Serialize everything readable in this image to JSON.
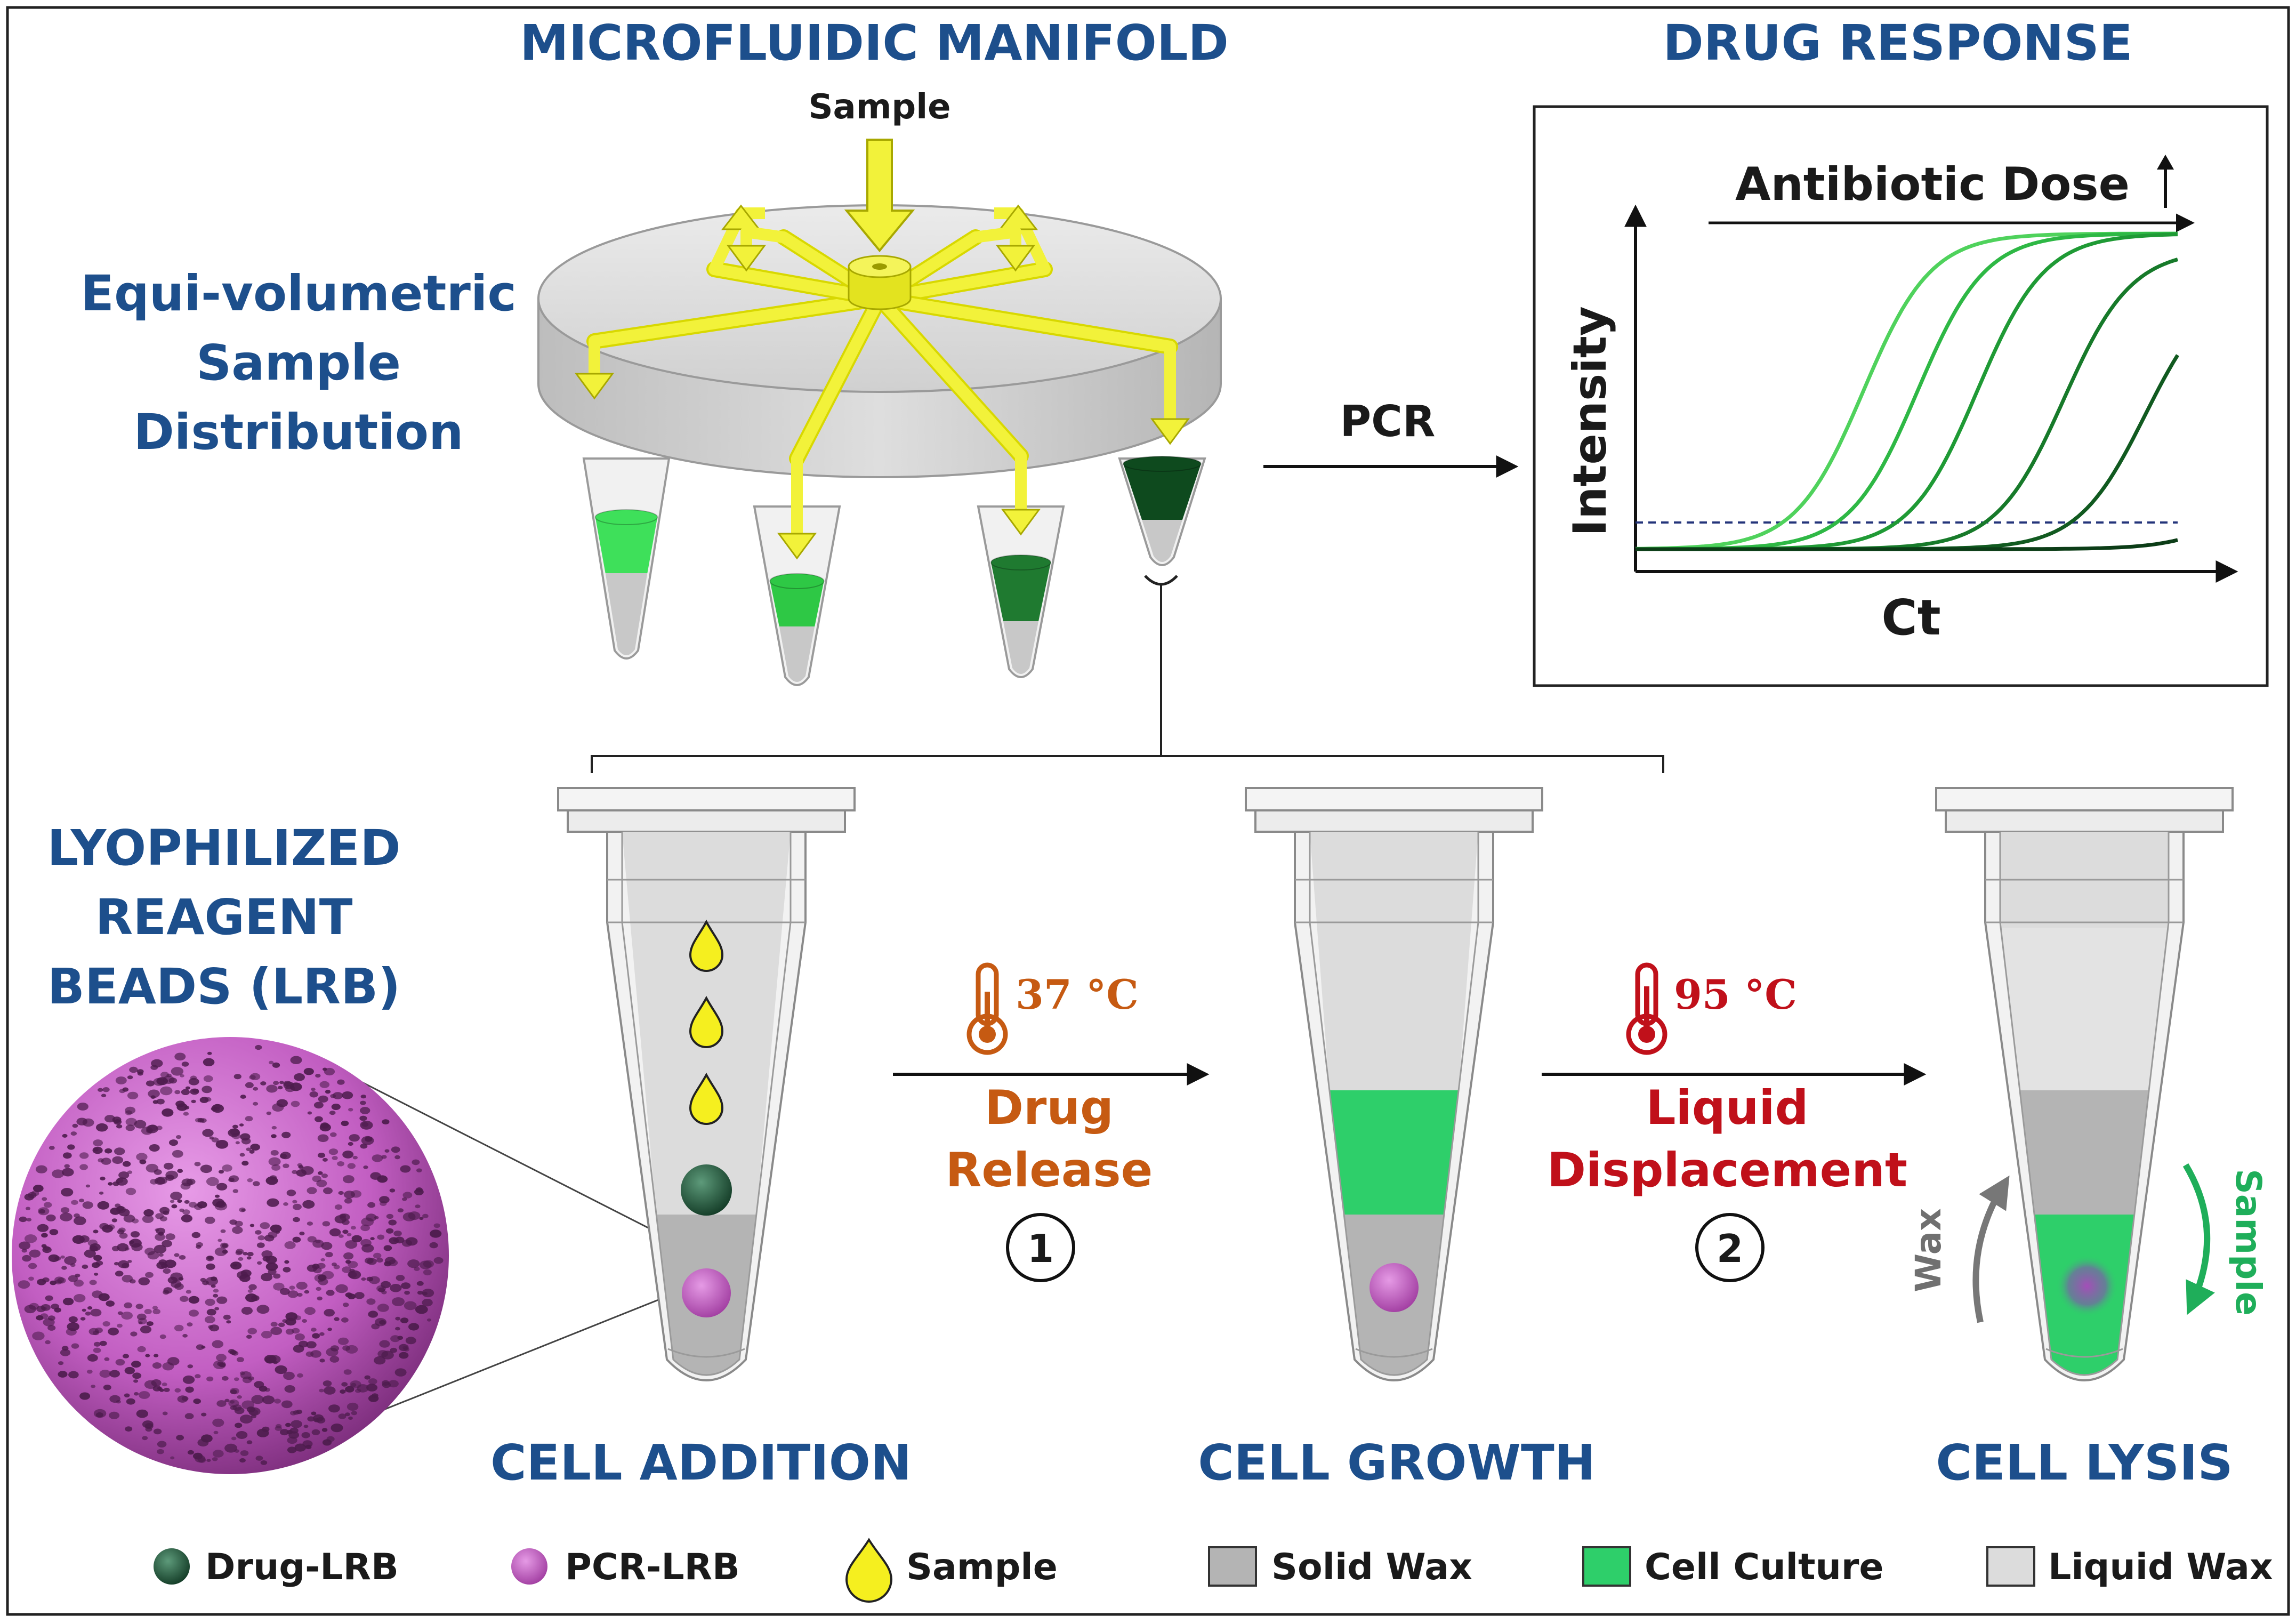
{
  "titles": {
    "manifold": "MICROFLUIDIC MANIFOLD",
    "response": "DRUG RESPONSE",
    "lrb": [
      "LYOPHILIZED",
      "REAGENT",
      "BEADS (LRB)"
    ]
  },
  "labels": {
    "sample_input": "Sample",
    "distribution": [
      "Equi-volumetric",
      "Sample",
      "Distribution"
    ],
    "pcr": "PCR"
  },
  "chart": {
    "dose_label": "Antibiotic Dose",
    "y_label": "Intensity",
    "x_label": "Ct"
  },
  "chart_data": {
    "type": "line",
    "xlabel": "Ct",
    "ylabel": "Intensity",
    "annotation": "Antibiotic Dose ↑",
    "threshold_line": true,
    "series": [
      {
        "color": "#4fd25c",
        "midpoint": 0.42,
        "plateau": 1.0
      },
      {
        "color": "#2eb845",
        "midpoint": 0.52,
        "plateau": 1.0
      },
      {
        "color": "#1f9a35",
        "midpoint": 0.63,
        "plateau": 1.0
      },
      {
        "color": "#177a2a",
        "midpoint": 0.79,
        "plateau": 0.95
      },
      {
        "color": "#115a20",
        "midpoint": 0.94,
        "plateau": 0.85
      },
      {
        "color": "#0c3d17",
        "midpoint": 1.15,
        "plateau": 0.35
      }
    ]
  },
  "steps": {
    "addition": "CELL ADDITION",
    "growth": "CELL GROWTH",
    "lysis": "CELL LYSIS",
    "step1": {
      "temp": "37 °C",
      "label": [
        "Drug",
        "Release"
      ],
      "num": "1"
    },
    "step2": {
      "temp": "95 °C",
      "label": [
        "Liquid",
        "Displacement"
      ],
      "num": "2"
    },
    "wax": "Wax",
    "sample_arrow": "Sample"
  },
  "legend": {
    "drug_lrb": "Drug-LRB",
    "pcr_lrb": "PCR-LRB",
    "sample": "Sample",
    "solid_wax": "Solid Wax",
    "cell_culture": "Cell Culture",
    "liquid_wax": "Liquid Wax"
  },
  "colors": {
    "title_blue": "#1d4f8c",
    "channel_yellow": "#f2f23a",
    "drug_lrb": "#1f5f42",
    "pcr_lrb": "#b84fb8",
    "cell_culture": "#2ecf6a",
    "solid_wax": "#b4b4b4",
    "liquid_wax": "#dcdcdc",
    "step1": "#c65a12",
    "step2": "#c0101a"
  }
}
